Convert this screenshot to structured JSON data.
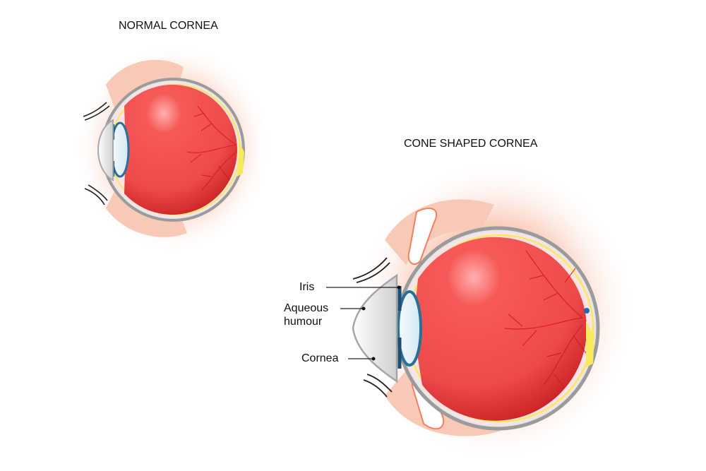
{
  "diagram": {
    "panels": [
      {
        "title": "NORMAL CORNEA",
        "cornea_shape": "normal"
      },
      {
        "title": "CONE SHAPED CORNEA",
        "cornea_shape": "cone",
        "labels": [
          {
            "text": "Iris"
          },
          {
            "text_line1": "Aqueous",
            "text_line2": "humour"
          },
          {
            "text": "Cornea"
          }
        ]
      }
    ],
    "colors": {
      "vitreous": "#f2504f",
      "vessels": "#d8161b",
      "sclera_ring": "#9a9a9a",
      "retina_yellow": "#f8e860",
      "lens": "#e8f3fa",
      "iris_blue": "#2a6f9a",
      "eyelid": "#f7c7b3",
      "eyelid_outline": "#f08060",
      "glow": "#fbd3c2"
    }
  }
}
